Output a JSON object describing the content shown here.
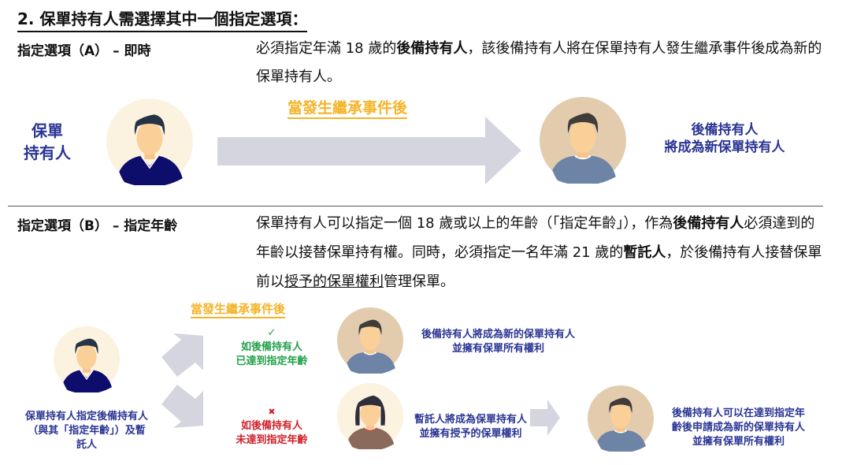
{
  "heading": "2.  保單持有人需選擇其中一個指定選項：",
  "option_a": {
    "label": "指定選項（A） – 即時",
    "text": [
      "必須指定年滿 18 歲的",
      "後備持有人",
      "，該後備持有人將在保單持有人發生繼承事件後成為新的保單持有人。"
    ],
    "holder": [
      "保單",
      "持有人"
    ],
    "event": "當發生繼承事件後",
    "result": [
      "後備持有人",
      "將成為新保單持有人"
    ]
  },
  "option_b": {
    "label": "指定選項（B） – 指定年齡",
    "text": [
      "保單持有人可以指定一個 18 歲或以上的年齡（「指定年齡」），作為",
      "後備持有人",
      "必須達到的年齡以接替保單持有權。同時，必須指定一名年滿 21 歲的",
      "暫託人",
      "，於後備持有人接替保單前以",
      "授予的保單權利",
      "管理保單。"
    ],
    "event": "當發生繼承事件後",
    "holder_caption": [
      "保單持有人指定後備持有人",
      "（與其「指定年齡」）及暫",
      "託人"
    ],
    "check": "✓",
    "reached": [
      "如後備持有人",
      "已達到指定年齡"
    ],
    "cross": "✖",
    "not_reached": [
      "如後備持有人",
      "未達到指定年齡"
    ],
    "reached_result": [
      "後備持有人將成為新的保單持有人",
      "並擁有保單所有權利"
    ],
    "trustee_result": [
      "暫託人將成為保單持有人",
      "並擁有授予的保單權利"
    ],
    "later_result": [
      "後備持有人可以在達到指定年",
      "齡後申請成為新的保單持有人",
      "並擁有保單所有權利"
    ]
  },
  "colors": {
    "blue": "#2a3593",
    "gold": "#f4b429",
    "green": "#22a04b",
    "red": "#d0202a",
    "arrow": "#d5d5e0"
  }
}
